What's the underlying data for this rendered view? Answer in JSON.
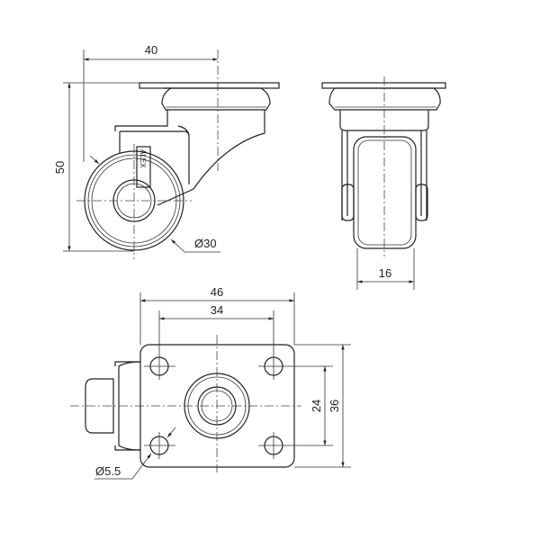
{
  "drawing": {
    "side_view": {
      "width_dim": "40",
      "height_dim": "50",
      "wheel_diameter": "Ø30",
      "logo": "ALEX"
    },
    "front_view": {
      "wheel_width_dim": "16"
    },
    "bottom_view": {
      "plate_width": "46",
      "hole_spacing_x": "34",
      "plate_height": "36",
      "hole_spacing_y": "24",
      "hole_diameter": "Ø5.5"
    }
  }
}
